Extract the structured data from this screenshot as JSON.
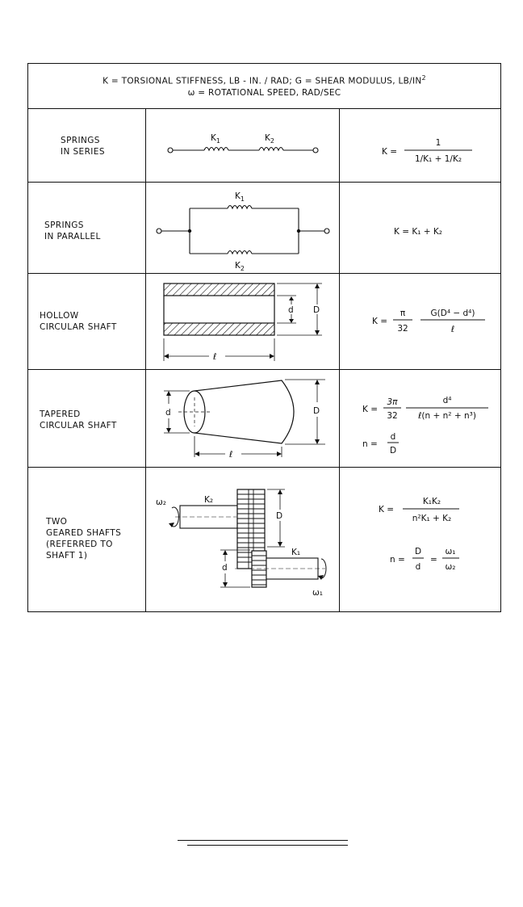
{
  "header": {
    "line1": "K = TORSIONAL STIFFNESS, LB - IN. / RAD; G = SHEAR MODULUS, LB/IN",
    "line1_sup": "2",
    "line2": "ω = ROTATIONAL SPEED, RAD/SEC"
  },
  "rows": [
    {
      "label": [
        "SPRINGS",
        "IN SERIES"
      ],
      "figure": {
        "k1": "K",
        "k1_sub": "1",
        "k2": "K",
        "k2_sub": "2"
      },
      "formula": {
        "lhs": "K =",
        "num": "1",
        "den": "1/K₁ + 1/K₂"
      }
    },
    {
      "label": [
        "SPRINGS",
        "IN PARALLEL"
      ],
      "figure": {
        "k1": "K",
        "k1_sub": "1",
        "k2": "K",
        "k2_sub": "2"
      },
      "formula": {
        "text": "K = K₁ + K₂"
      }
    },
    {
      "label": [
        "HOLLOW",
        "CIRCULAR SHAFT"
      ],
      "figure": {
        "d": "d",
        "D": "D",
        "l": "ℓ"
      },
      "formula": {
        "lhs": "K =",
        "frac1_num": "π",
        "frac1_den": "32",
        "frac2_num": "G(D⁴ − d⁴)",
        "frac2_den": "ℓ"
      }
    },
    {
      "label": [
        "TAPERED",
        "CIRCULAR SHAFT"
      ],
      "figure": {
        "d": "d",
        "D": "D",
        "l": "ℓ"
      },
      "formula": {
        "lhs": "K =",
        "frac1_num": "3π",
        "frac1_den": "32",
        "frac2_num": "d⁴",
        "frac2_den": "ℓ(n + n² + n³)",
        "n_lhs": "n =",
        "n_num": "d",
        "n_den": "D"
      }
    },
    {
      "label": [
        "TWO",
        "GEARED SHAFTS",
        "(REFERRED TO",
        "SHAFT 1)"
      ],
      "figure": {
        "w2": "ω₂",
        "k2": "K₂",
        "D": "D",
        "k1": "K₁",
        "d": "d",
        "w1": "ω₁"
      },
      "formula": {
        "lhs": "K =",
        "num": "K₁K₂",
        "den": "n²K₁ + K₂",
        "n_lhs": "n =",
        "n_num": "D",
        "n_den": "d",
        "eq": "=",
        "w_num": "ω₁",
        "w_den": "ω₂"
      }
    }
  ]
}
